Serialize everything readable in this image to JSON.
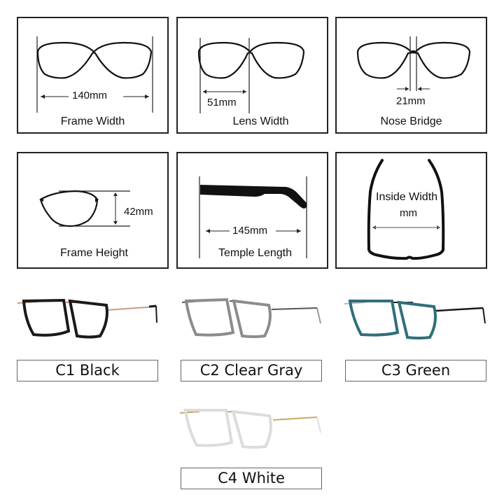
{
  "measurements": [
    {
      "id": "frame-width",
      "caption": "Frame Width",
      "value": "140mm"
    },
    {
      "id": "lens-width",
      "caption": "Lens Width",
      "value": "51mm"
    },
    {
      "id": "nose-bridge",
      "caption": "Nose Bridge",
      "value": "21mm"
    },
    {
      "id": "frame-height",
      "caption": "Frame Height",
      "value": "42mm"
    },
    {
      "id": "temple-length",
      "caption": "Temple Length",
      "value": "145mm"
    },
    {
      "id": "inside-width",
      "caption": "Inside Width",
      "value": "mm"
    }
  ],
  "variants": [
    {
      "code": "C1",
      "label": "C1 Black",
      "rim_color": "#1a1a1a",
      "metal_color": "#c79a86",
      "tip_color": "#1a1a1a"
    },
    {
      "code": "C2",
      "label": "C2 Clear Gray",
      "rim_color": "#8c8c8c",
      "metal_color": "#555555",
      "tip_color": "#9a9a9a"
    },
    {
      "code": "C3",
      "label": "C3 Green",
      "rim_color": "#2f6f7a",
      "metal_color": "#b8b8b8",
      "tip_color": "#1a1a1a"
    },
    {
      "code": "C4",
      "label": "C4 White",
      "rim_color": "#dcdcdc",
      "metal_color": "#c9a867",
      "tip_color": "#e0e0e0"
    }
  ]
}
